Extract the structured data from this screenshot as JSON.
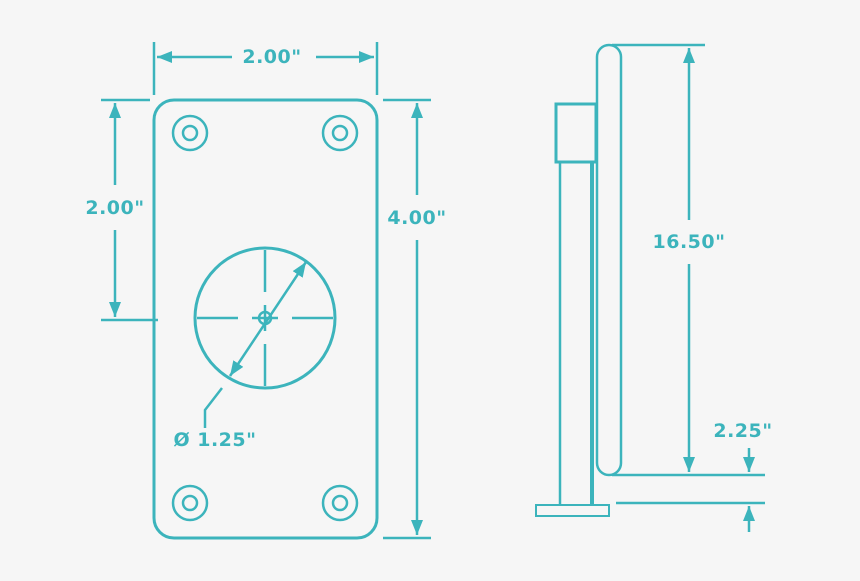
{
  "colors": {
    "line": "#3cb4bc",
    "background": "#f6f6f6"
  },
  "front_view": {
    "width_dim": "2.00\"",
    "height_dim": "4.00\"",
    "hole_spacing_dim": "2.00\"",
    "center_hole_dim": "Ø 1.25\"",
    "mounting_holes": 4
  },
  "side_view": {
    "pole_height_dim": "16.50\"",
    "offset_dim": "2.25\""
  }
}
